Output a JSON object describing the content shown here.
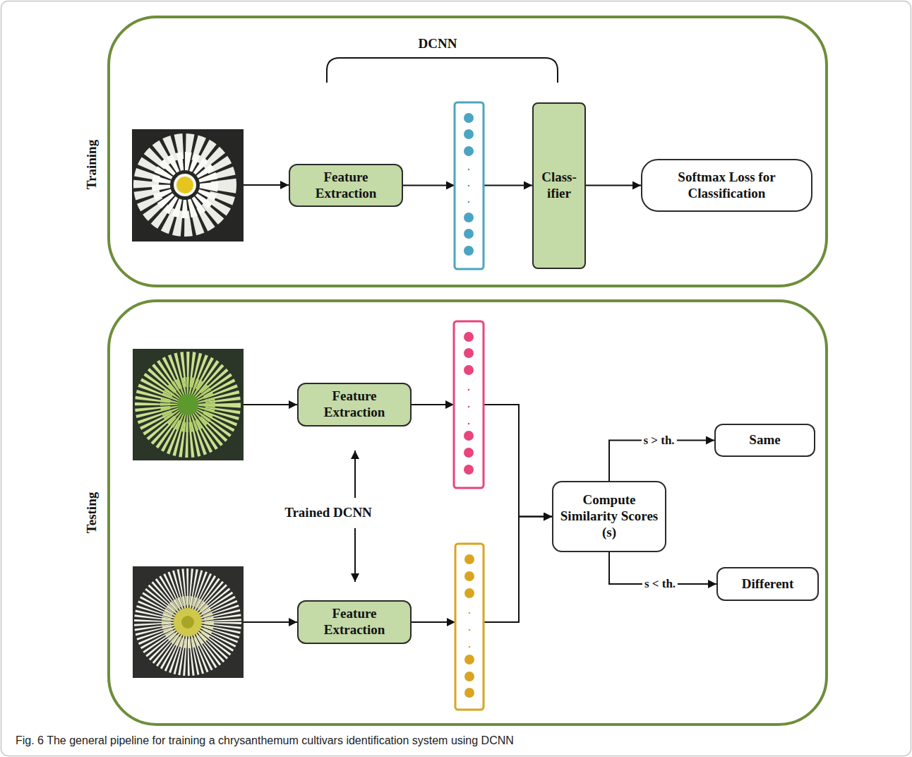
{
  "diagram": {
    "caption": "Fig. 6 The general pipeline for training a chrysanthemum cultivars identification system using DCNN",
    "nodes": [
      {
        "text": [
          "Training"
        ]
      },
      {
        "text": [
          "Feature Extraction"
        ],
        "in": 0
      },
      {
        "text": [
          "Class- ifier"
        ],
        "in": 0
      },
      {
        "text": [
          "Softmax Loss for Classification"
        ],
        "in": 0
      },
      {
        "text": [
          "Testing"
        ]
      },
      {
        "text": [
          "Feature Extraction"
        ],
        "in": 4
      },
      {
        "text": [
          "Feature Extraction"
        ],
        "in": 4
      },
      {
        "text": [
          "Compute Similarity Scores (s)"
        ],
        "in": 4
      },
      {
        "text": [
          "Same"
        ],
        "in": 4
      },
      {
        "text": [
          "Different"
        ],
        "in": 4
      }
    ],
    "edges": [
      {
        "from": 1,
        "to": 2,
        "arrow": "to"
      },
      {
        "from": 2,
        "to": 3,
        "arrow": "to"
      },
      {
        "from": 5,
        "to": 7,
        "arrow": "to"
      },
      {
        "from": 6,
        "to": 7,
        "arrow": "to"
      },
      {
        "from": 7,
        "to": 8,
        "label": "s > th.",
        "arrow": "to"
      },
      {
        "from": 7,
        "to": 9,
        "label": "s < th.",
        "arrow": "to"
      }
    ],
    "labels": [
      "DCNN",
      "Trained DCNN"
    ]
  }
}
